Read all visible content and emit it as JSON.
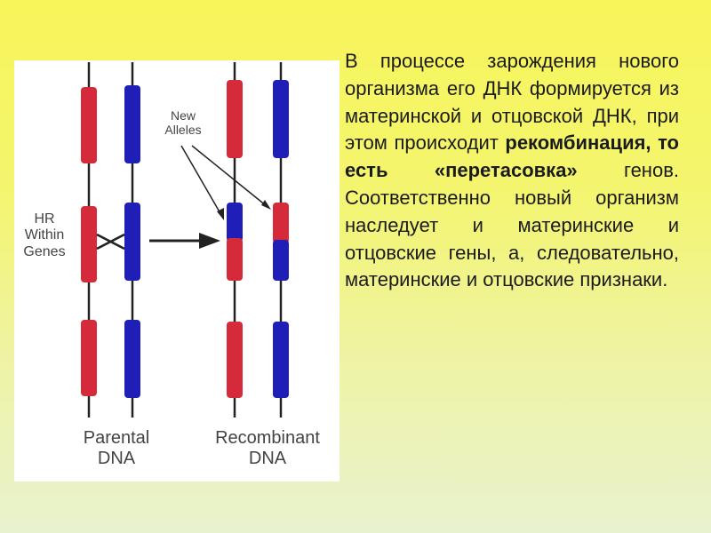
{
  "diagram": {
    "hr_label": [
      "HR",
      "Within",
      "Genes"
    ],
    "new_alleles_label": [
      "New",
      "Alleles"
    ],
    "parental_label": [
      "Parental",
      "DNA"
    ],
    "recombinant_label": [
      "Recombinant",
      "DNA"
    ],
    "colors": {
      "maternal": "#d42a3a",
      "paternal": "#1f1fb8",
      "strand": "#222222",
      "background": "#ffffff"
    }
  },
  "text": {
    "part1": "В процессе зарождения нового организма его ДНК формируется из материнской и отцовской ДНК, при этом происходит ",
    "bold": "рекомбинация, то есть «перетасовка»",
    "part2": " генов. Соответственно новый организм наследует и материнские и отцовские гены, а, следовательно, материнские и отцовские признаки."
  },
  "background": {
    "top_color": "#f7f55a",
    "bottom_color": "#e9f2cf"
  }
}
